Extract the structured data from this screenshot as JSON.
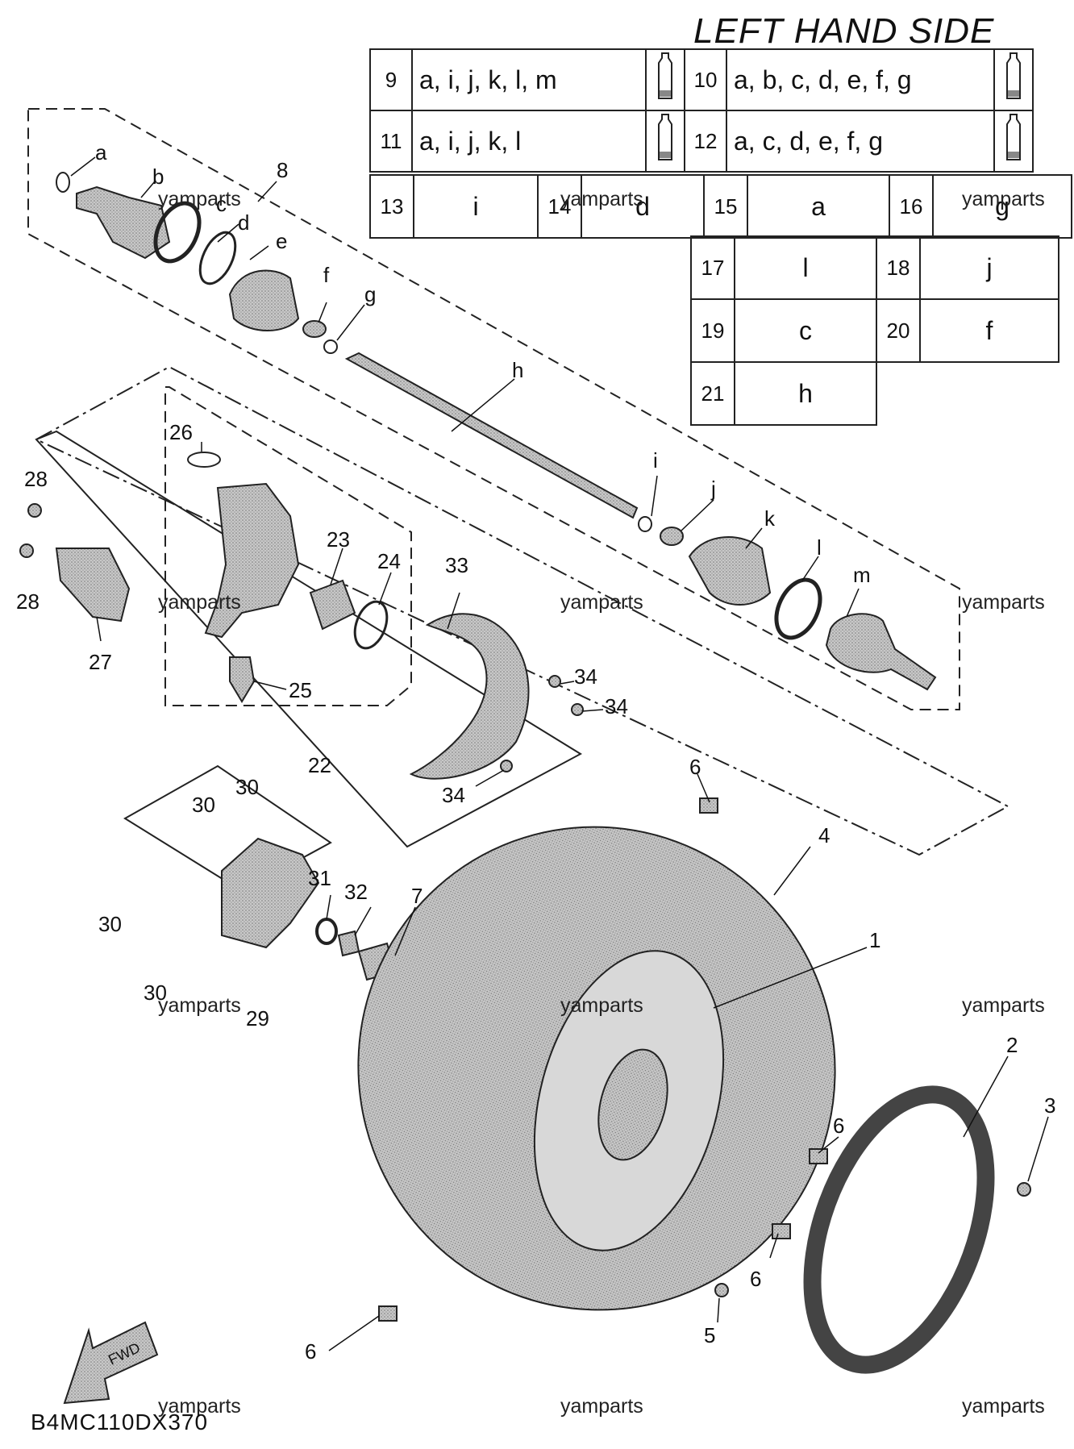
{
  "title": "LEFT HAND SIDE",
  "legend": {
    "rows": [
      [
        {
          "num": "9",
          "codes": "a, i, j, k, l, m",
          "tube": true
        },
        {
          "num": "10",
          "codes": "a, b, c, d, e, f, g",
          "tube": true
        }
      ],
      [
        {
          "num": "11",
          "codes": "a, i, j, k, l",
          "tube": true
        },
        {
          "num": "12",
          "codes": "a, c, d, e, f, g",
          "tube": true
        }
      ],
      [
        {
          "num": "13",
          "codes": "i"
        },
        {
          "num": "14",
          "codes": "d"
        },
        {
          "num": "15",
          "codes": "a"
        },
        {
          "num": "16",
          "codes": "g"
        }
      ],
      [
        {
          "num": "17",
          "codes": "l"
        },
        {
          "num": "18",
          "codes": "j"
        }
      ],
      [
        {
          "num": "19",
          "codes": "c"
        },
        {
          "num": "20",
          "codes": "f"
        }
      ],
      [
        {
          "num": "21",
          "codes": "h"
        }
      ]
    ]
  },
  "callouts": {
    "a": "a",
    "b": "b",
    "c": "c",
    "d": "d",
    "e": "e",
    "f": "f",
    "g": "g",
    "h": "h",
    "i": "i",
    "j": "j",
    "k": "k",
    "l": "l",
    "m": "m",
    "p1": "1",
    "p2": "2",
    "p3": "3",
    "p4": "4",
    "p5": "5",
    "p6": "6",
    "p7": "7",
    "p8": "8",
    "p22": "22",
    "p23": "23",
    "p24": "24",
    "p25": "25",
    "p26": "26",
    "p27": "27",
    "p28": "28",
    "p29": "29",
    "p30": "30",
    "p31": "31",
    "p32": "32",
    "p33": "33",
    "p34": "34"
  },
  "fwd_label": "FWD",
  "watermark": "yamparts",
  "diagram_code": "B4MC110DX370",
  "icons": {
    "tube": "grease-tube-icon",
    "arrow": "fwd-arrow-icon"
  }
}
